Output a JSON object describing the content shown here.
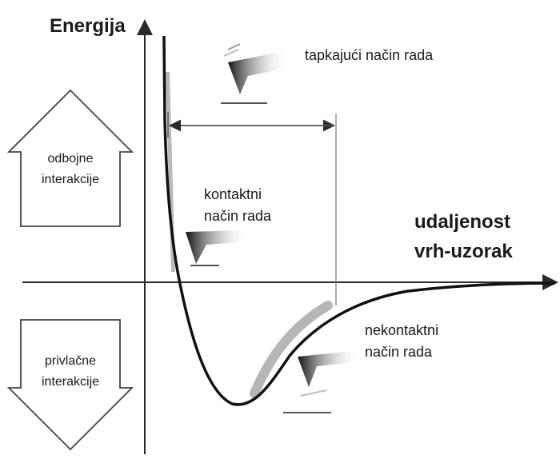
{
  "y_axis_label": "Energija",
  "x_axis_label": {
    "line1": "udaljenost",
    "line2": "vrh-uzorak"
  },
  "repulsive": {
    "line1": "odbojne",
    "line2": "interakcije"
  },
  "attractive": {
    "line1": "privlačne",
    "line2": "interakcije"
  },
  "modes": {
    "tapping": "tapkajući način rada",
    "contact": {
      "line1": "kontaktni",
      "line2": "način rada"
    },
    "noncontact": {
      "line1": "nekontaktni",
      "line2": "način rada"
    }
  },
  "colors": {
    "curve": "#111111",
    "axis": "#2a2a2a",
    "highlight": "#a9a9a9",
    "arrow_outline": "#444444"
  }
}
